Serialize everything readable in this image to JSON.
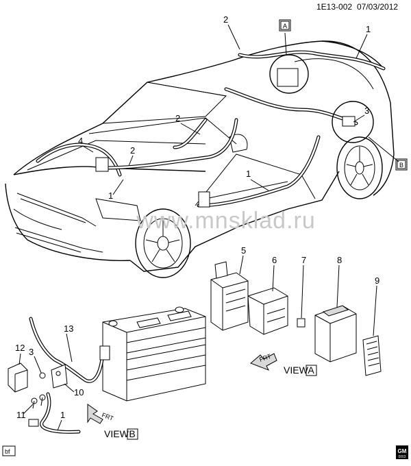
{
  "header": {
    "code": "1E13-002",
    "date": "07/03/2012"
  },
  "watermark": "www.mnsklad.ru",
  "views": {
    "a_letter": "A",
    "b_letter": "B",
    "view_a_word": "VIEW",
    "view_b_word": "VIEW"
  },
  "fwd_label": "FRT",
  "footer": {
    "left_tag": "bf",
    "logo_top": "GM",
    "logo_bottom": "0003"
  },
  "callouts": {
    "c1_top": "1",
    "c2_top": "2",
    "c2_mid": "2",
    "c2_hood": "2",
    "c4": "4",
    "c1_front": "1",
    "c1_side": "1",
    "c3_right": "3",
    "c5": "5",
    "c6": "6",
    "c7": "7",
    "c8": "8",
    "c9": "9",
    "c12": "12",
    "c3_bat": "3",
    "c13": "13",
    "c10": "10",
    "c11": "11",
    "c1_cable": "1"
  }
}
